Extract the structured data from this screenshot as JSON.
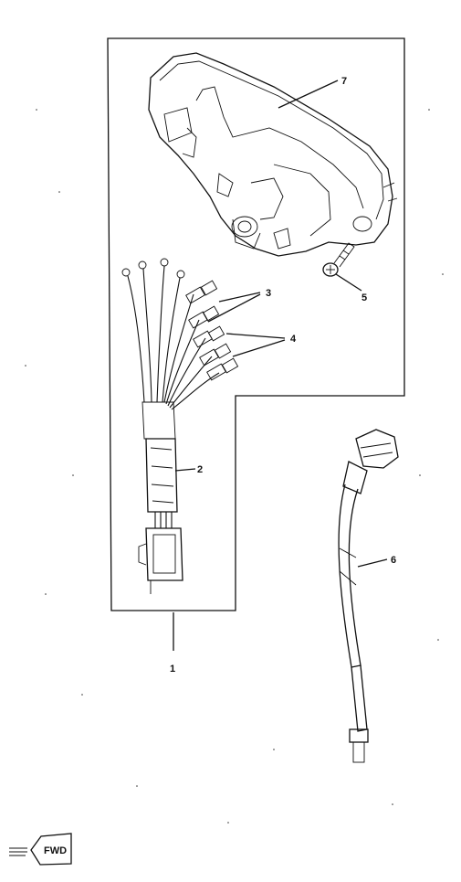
{
  "diagram": {
    "callouts": [
      {
        "id": "callout-1",
        "text": "1"
      },
      {
        "id": "callout-2",
        "text": "2"
      },
      {
        "id": "callout-3",
        "text": "3"
      },
      {
        "id": "callout-4",
        "text": "4"
      },
      {
        "id": "callout-5",
        "text": "5"
      },
      {
        "id": "callout-6",
        "text": "6"
      },
      {
        "id": "callout-7",
        "text": "7"
      }
    ],
    "fwd_stamp": {
      "text": "FWD"
    }
  }
}
